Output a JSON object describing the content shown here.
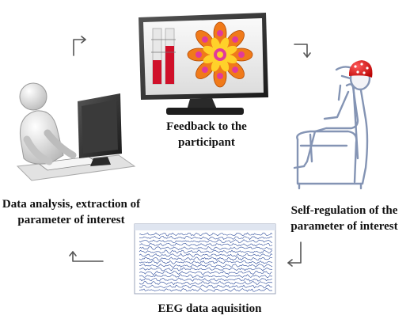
{
  "labels": {
    "feedback": [
      "Feedback to the",
      "participant"
    ],
    "self_regulation": [
      "Self-regulation of the",
      "parameter of interest"
    ],
    "analysis": [
      "Data analysis, extraction of",
      "parameter of interest"
    ],
    "eeg": [
      "EEG data aquisition"
    ]
  },
  "icons": {
    "monitor": "feedback-monitor-icon",
    "participant": "participant-in-chair-icon",
    "analyst": "analyst-at-computer-icon",
    "eeg": "eeg-signal-window-icon"
  },
  "colors": {
    "arrow": "#555555",
    "chair": "#8494b4",
    "cap": "#e02020",
    "bars": "#d0102a",
    "mandala": "#f07a1a",
    "eeg_trace": "#2b4a9a"
  }
}
